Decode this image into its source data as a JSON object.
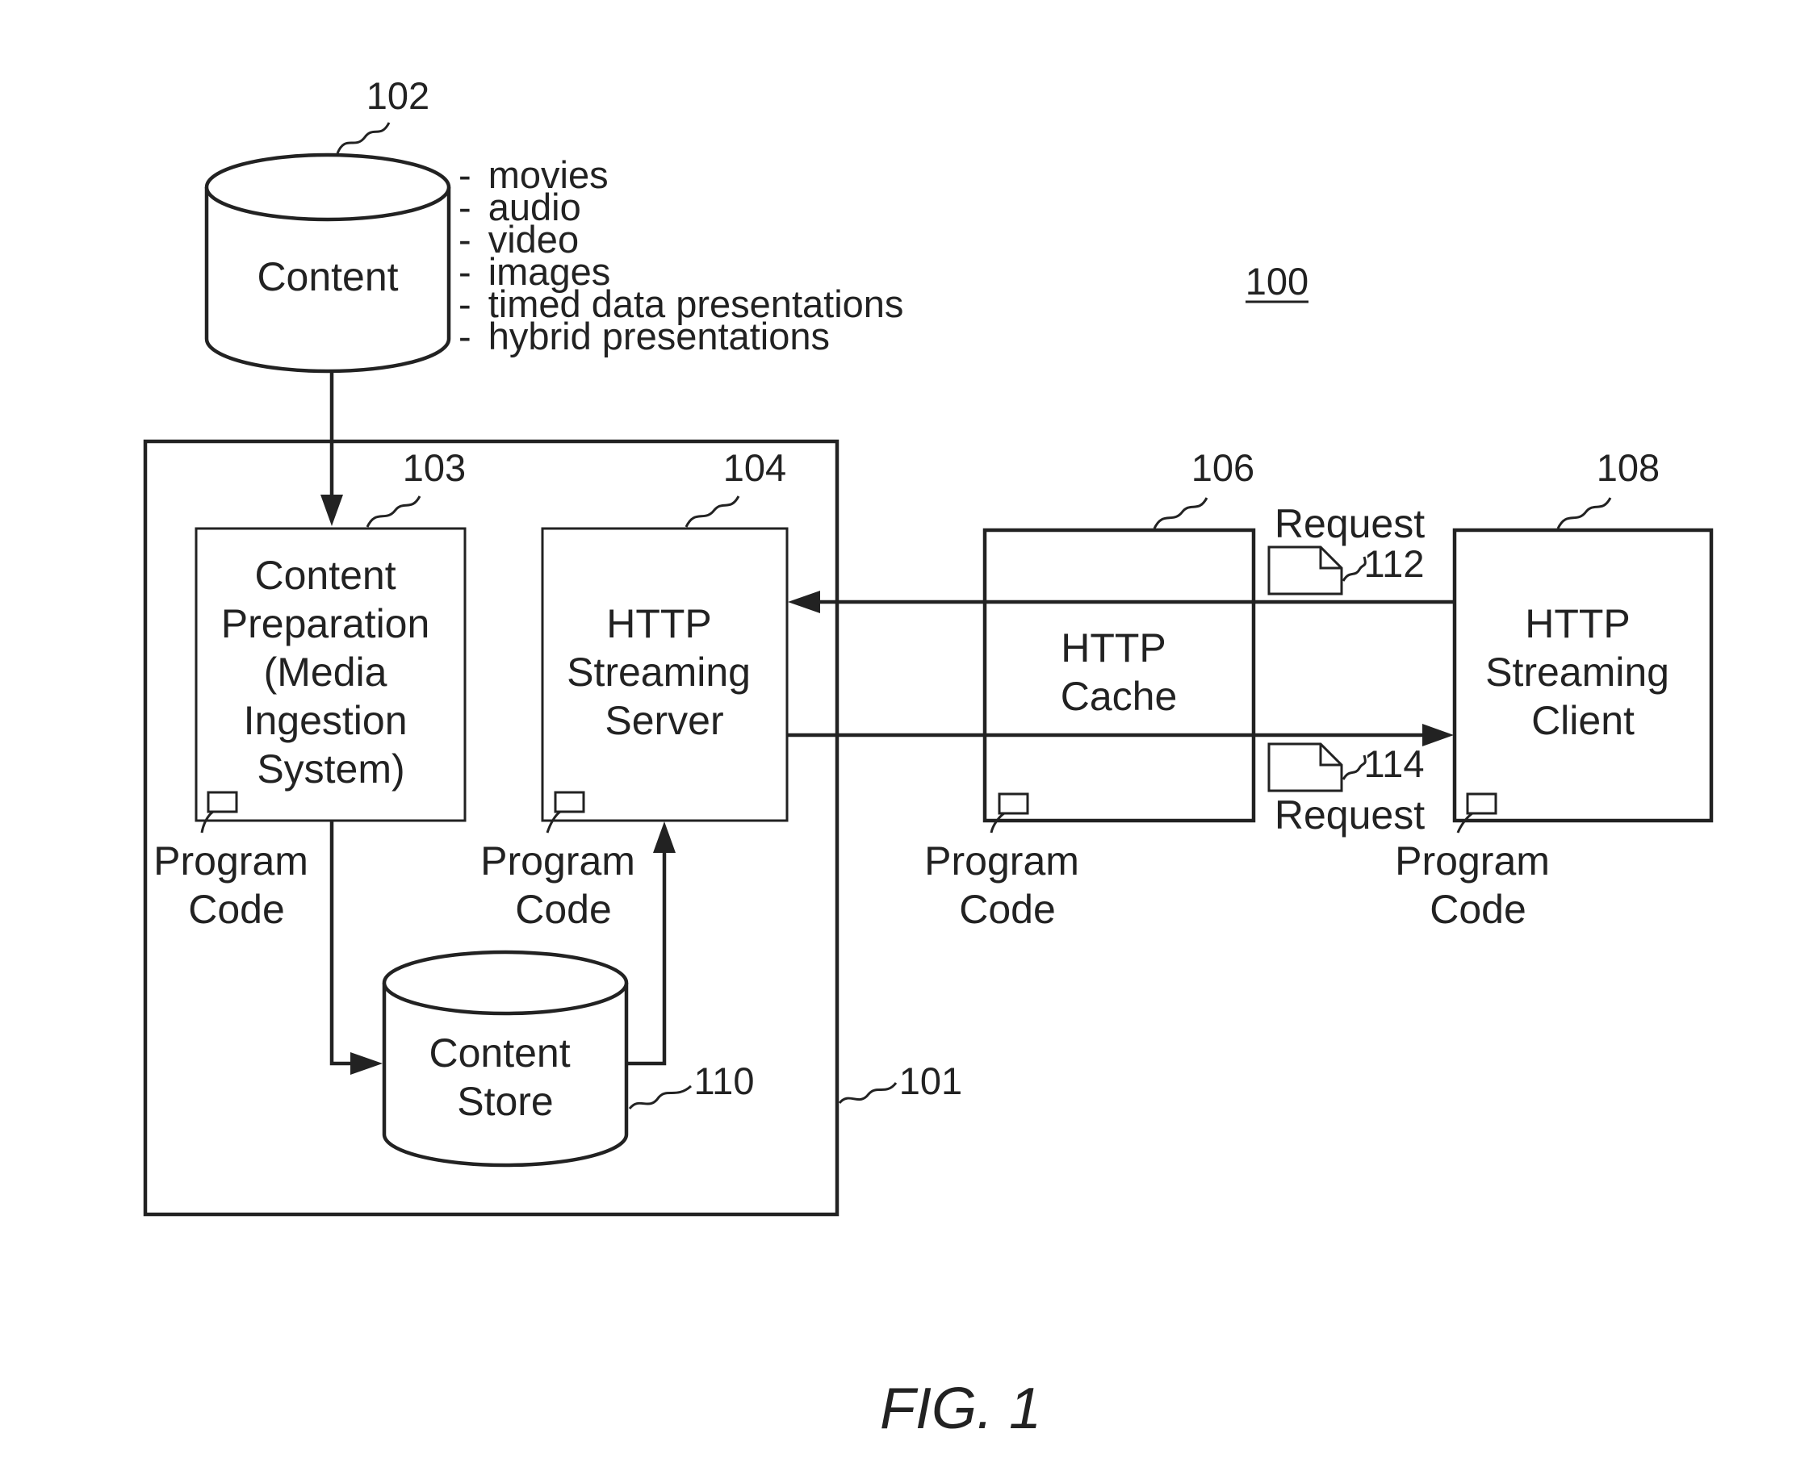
{
  "figure_number": "100",
  "figure_caption": "FIG. 1",
  "content_db": {
    "ref": "102",
    "label": "Content",
    "types": [
      "movies",
      "audio",
      "video",
      "images",
      "timed data presentations",
      "hybrid presentations"
    ]
  },
  "system_box": {
    "ref": "101"
  },
  "content_preparation": {
    "ref": "103",
    "label_lines": [
      "Content",
      "Preparation",
      "(Media",
      "Ingestion",
      "System)"
    ]
  },
  "http_streaming_server": {
    "ref": "104",
    "label_lines": [
      "HTTP",
      "Streaming",
      "Server"
    ]
  },
  "http_cache": {
    "ref": "106",
    "label_lines": [
      "HTTP",
      "Cache"
    ]
  },
  "http_streaming_client": {
    "ref": "108",
    "label_lines": [
      "HTTP",
      "Streaming",
      "Client"
    ]
  },
  "content_store": {
    "ref": "110",
    "label_lines": [
      "Content",
      "Store"
    ]
  },
  "request_top": {
    "ref": "112",
    "label": "Request"
  },
  "request_bottom": {
    "ref": "114",
    "label": "Request"
  },
  "program_code": [
    "Program",
    "Code"
  ]
}
